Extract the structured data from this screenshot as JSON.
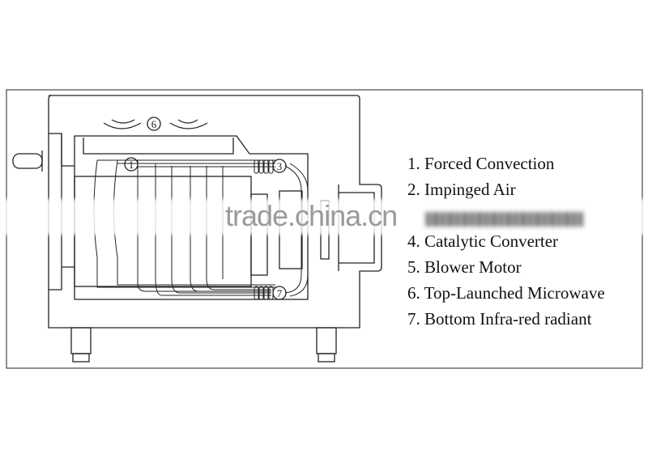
{
  "diagram": {
    "callouts": [
      "1",
      "3",
      "6",
      "7"
    ],
    "legend": [
      "1. Forced Convection",
      "2. Impinged Air",
      "",
      "4. Catalytic Converter",
      "5. Blower Motor",
      "6. Top-Launched Microwave",
      "7. Bottom Infra-red radiant"
    ]
  },
  "watermark": "trade.china.cn"
}
